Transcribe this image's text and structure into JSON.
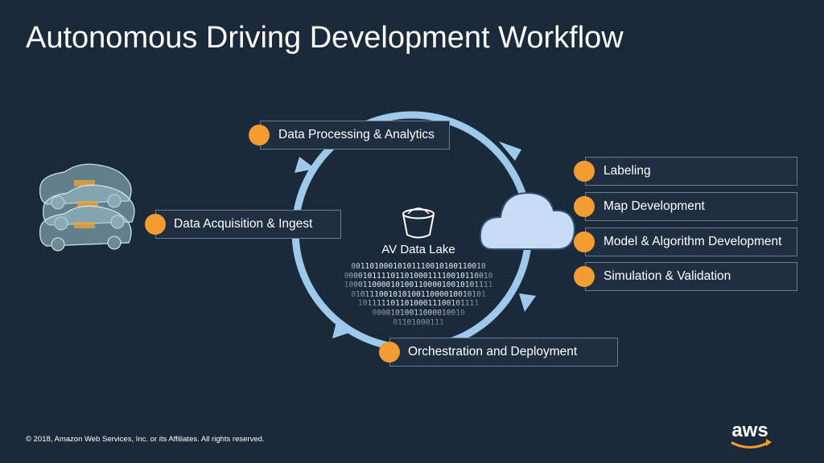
{
  "title": "Autonomous Driving Development Workflow",
  "cycle_steps": [
    "Data Processing & Analytics",
    "Data Acquisition & Ingest",
    "Orchestration and Deployment"
  ],
  "center": {
    "label": "AV Data Lake",
    "binary_rows": [
      "00110100010101110010100110010",
      "00001011110110100011110010110010",
      "10001100001010011000010010101111",
      "01011100101010011000010010101",
      "10111110110100011100101111",
      "00001010011000010010",
      "01101000111"
    ]
  },
  "cloud_tasks": [
    "Labeling",
    "Map Development",
    "Model & Algorithm Development",
    "Simulation & Validation"
  ],
  "footer": "© 2018, Amazon Web Services, Inc. or its Affiliates. All rights reserved.",
  "logo_text": "aws",
  "colors": {
    "background": "#1b2a3b",
    "cycle_arrow": "#9fc9ea",
    "cloud_fill": "#c8ddf4",
    "cloud_outline": "#33507a",
    "dot": "#f39c32",
    "logo_smile": "#f39c32"
  }
}
